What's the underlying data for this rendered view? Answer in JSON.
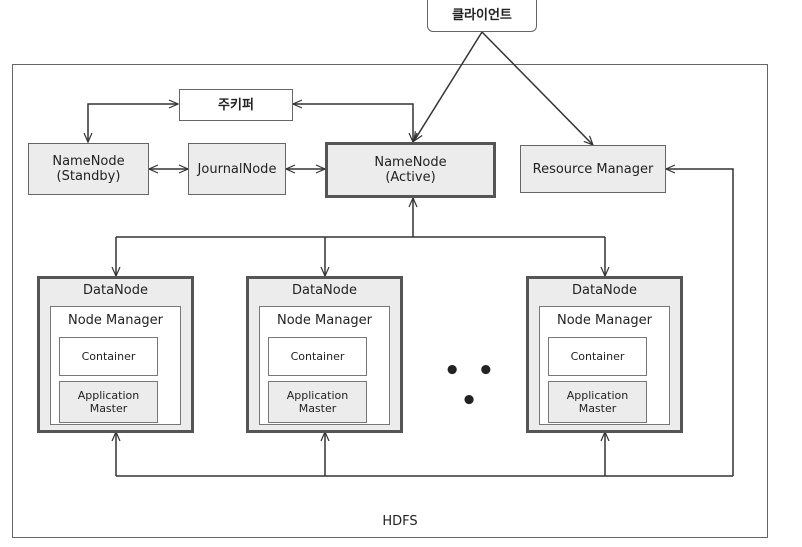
{
  "client": "클라이언트",
  "zookeeper": "주키퍼",
  "namenode_standby": {
    "line1": "NameNode",
    "line2": "(Standby)"
  },
  "journalnode": "JournalNode",
  "namenode_active": {
    "line1": "NameNode",
    "line2": "(Active)"
  },
  "resource_manager": "Resource Manager",
  "datanodes": [
    {
      "title": "DataNode",
      "node_manager": "Node Manager",
      "container": "Container",
      "app_master_line1": "Application",
      "app_master_line2": "Master"
    },
    {
      "title": "DataNode",
      "node_manager": "Node Manager",
      "container": "Container",
      "app_master_line1": "Application",
      "app_master_line2": "Master"
    },
    {
      "title": "DataNode",
      "node_manager": "Node Manager",
      "container": "Container",
      "app_master_line1": "Application",
      "app_master_line2": "Master"
    }
  ],
  "ellipsis": "• • •",
  "hdfs_label": "HDFS"
}
